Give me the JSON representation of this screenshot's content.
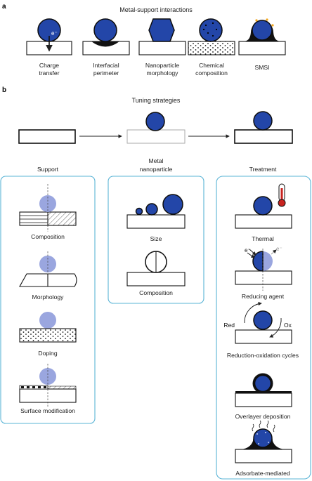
{
  "panel_a": {
    "letter": "a",
    "title": "Metal-support interactions",
    "electron": "e⁻",
    "items": [
      {
        "line1": "Charge",
        "line2": "transfer"
      },
      {
        "line1": "Interfacial",
        "line2": "perimeter"
      },
      {
        "line1": "Nanoparticle",
        "line2": "morphology"
      },
      {
        "line1": "Chemical",
        "line2": "composition"
      },
      {
        "line1": "SMSI",
        "line2": ""
      }
    ]
  },
  "panel_b": {
    "letter": "b",
    "title": "Tuning strategies",
    "support": {
      "title": "Support",
      "items": [
        "Composition",
        "Morphology",
        "Doping",
        "Surface modification"
      ]
    },
    "metal": {
      "title_line1": "Metal",
      "title_line2": "nanoparticle",
      "items": [
        "Size",
        "Composition"
      ]
    },
    "treatment": {
      "title": "Treatment",
      "items": [
        "Thermal",
        "Reducing agent",
        "Reduction-oxidation cycles",
        "Overlayer deposition",
        "Adsorbate-mediated"
      ],
      "red_label": "Red",
      "ox_label": "Ox",
      "electron1": "e⁻",
      "electron2": "e⁻"
    }
  },
  "colors": {
    "particle": "#2346a8",
    "particle_light": "#9aa6df",
    "box_outline": "#5ab4d6",
    "magenta": "#a3165a",
    "thermometer": "#c8231f"
  }
}
